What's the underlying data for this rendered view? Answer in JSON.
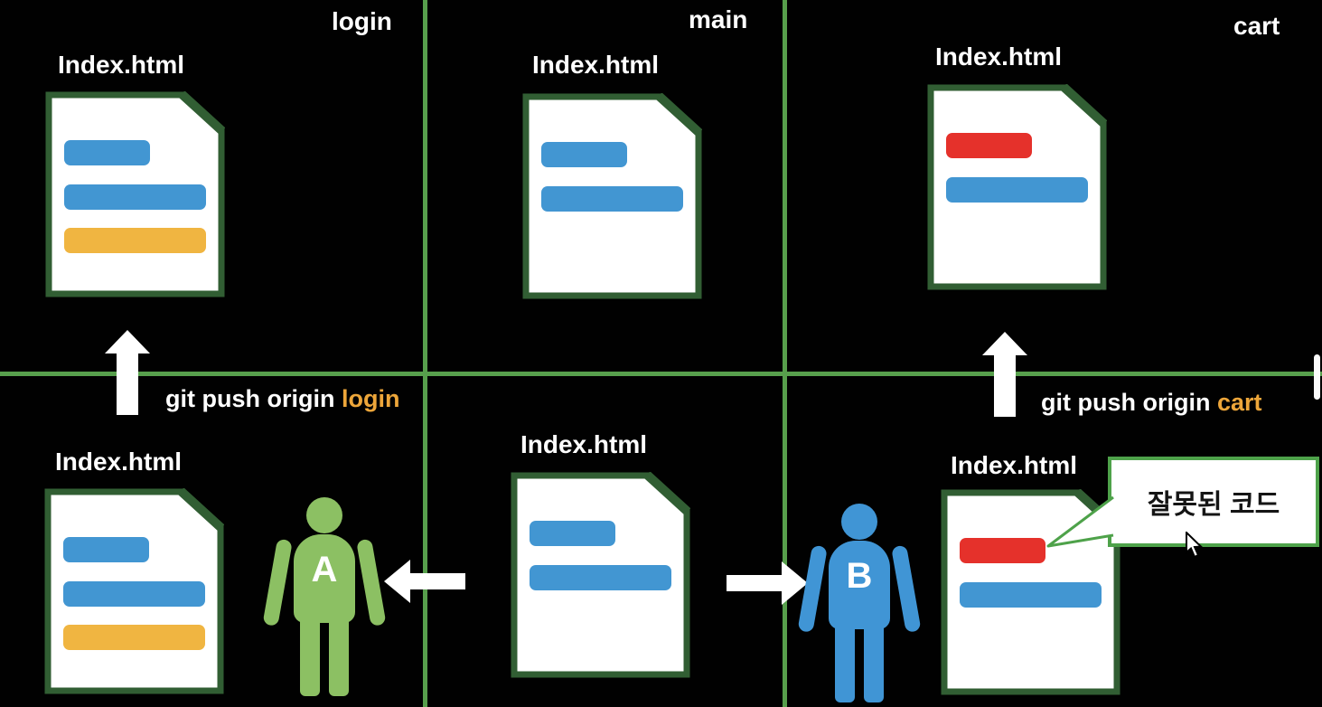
{
  "branches": [
    {
      "id": "login",
      "label": "login"
    },
    {
      "id": "main",
      "label": "main"
    },
    {
      "id": "cart",
      "label": "cart"
    }
  ],
  "documents": [
    {
      "id": "remote-login",
      "title": "Index.html",
      "bars": [
        {
          "color": "blue",
          "size": "short"
        },
        {
          "color": "blue",
          "size": "long"
        },
        {
          "color": "yellow",
          "size": "long"
        }
      ]
    },
    {
      "id": "remote-main",
      "title": "Index.html",
      "bars": [
        {
          "color": "blue",
          "size": "short"
        },
        {
          "color": "blue",
          "size": "long"
        }
      ]
    },
    {
      "id": "remote-cart",
      "title": "Index.html",
      "bars": [
        {
          "color": "red",
          "size": "short"
        },
        {
          "color": "blue",
          "size": "long"
        }
      ]
    },
    {
      "id": "local-a",
      "title": "Index.html",
      "bars": [
        {
          "color": "blue",
          "size": "short"
        },
        {
          "color": "blue",
          "size": "long"
        },
        {
          "color": "yellow",
          "size": "long"
        }
      ]
    },
    {
      "id": "local-main",
      "title": "Index.html",
      "bars": [
        {
          "color": "blue",
          "size": "short"
        },
        {
          "color": "blue",
          "size": "long"
        }
      ]
    },
    {
      "id": "local-b",
      "title": "Index.html",
      "bars": [
        {
          "color": "red",
          "size": "short"
        },
        {
          "color": "blue",
          "size": "long"
        }
      ]
    }
  ],
  "commands": {
    "push_login": {
      "prefix": "git push origin",
      "branch": "login"
    },
    "push_cart": {
      "prefix": "git push origin",
      "branch": "cart"
    }
  },
  "people": [
    {
      "id": "A",
      "label": "A"
    },
    {
      "id": "B",
      "label": "B"
    }
  ],
  "callout": {
    "text": "잘못된 코드"
  },
  "colors": {
    "grid": "#579f4c",
    "doc_border": "#315e33",
    "bar_blue": "#4296d2",
    "bar_yellow": "#f0b541",
    "bar_red": "#e5312b",
    "person_a": "#8cc063",
    "person_b": "#4095d5",
    "accent_orange": "#eda63a",
    "bubble_green": "#4ea24a"
  }
}
